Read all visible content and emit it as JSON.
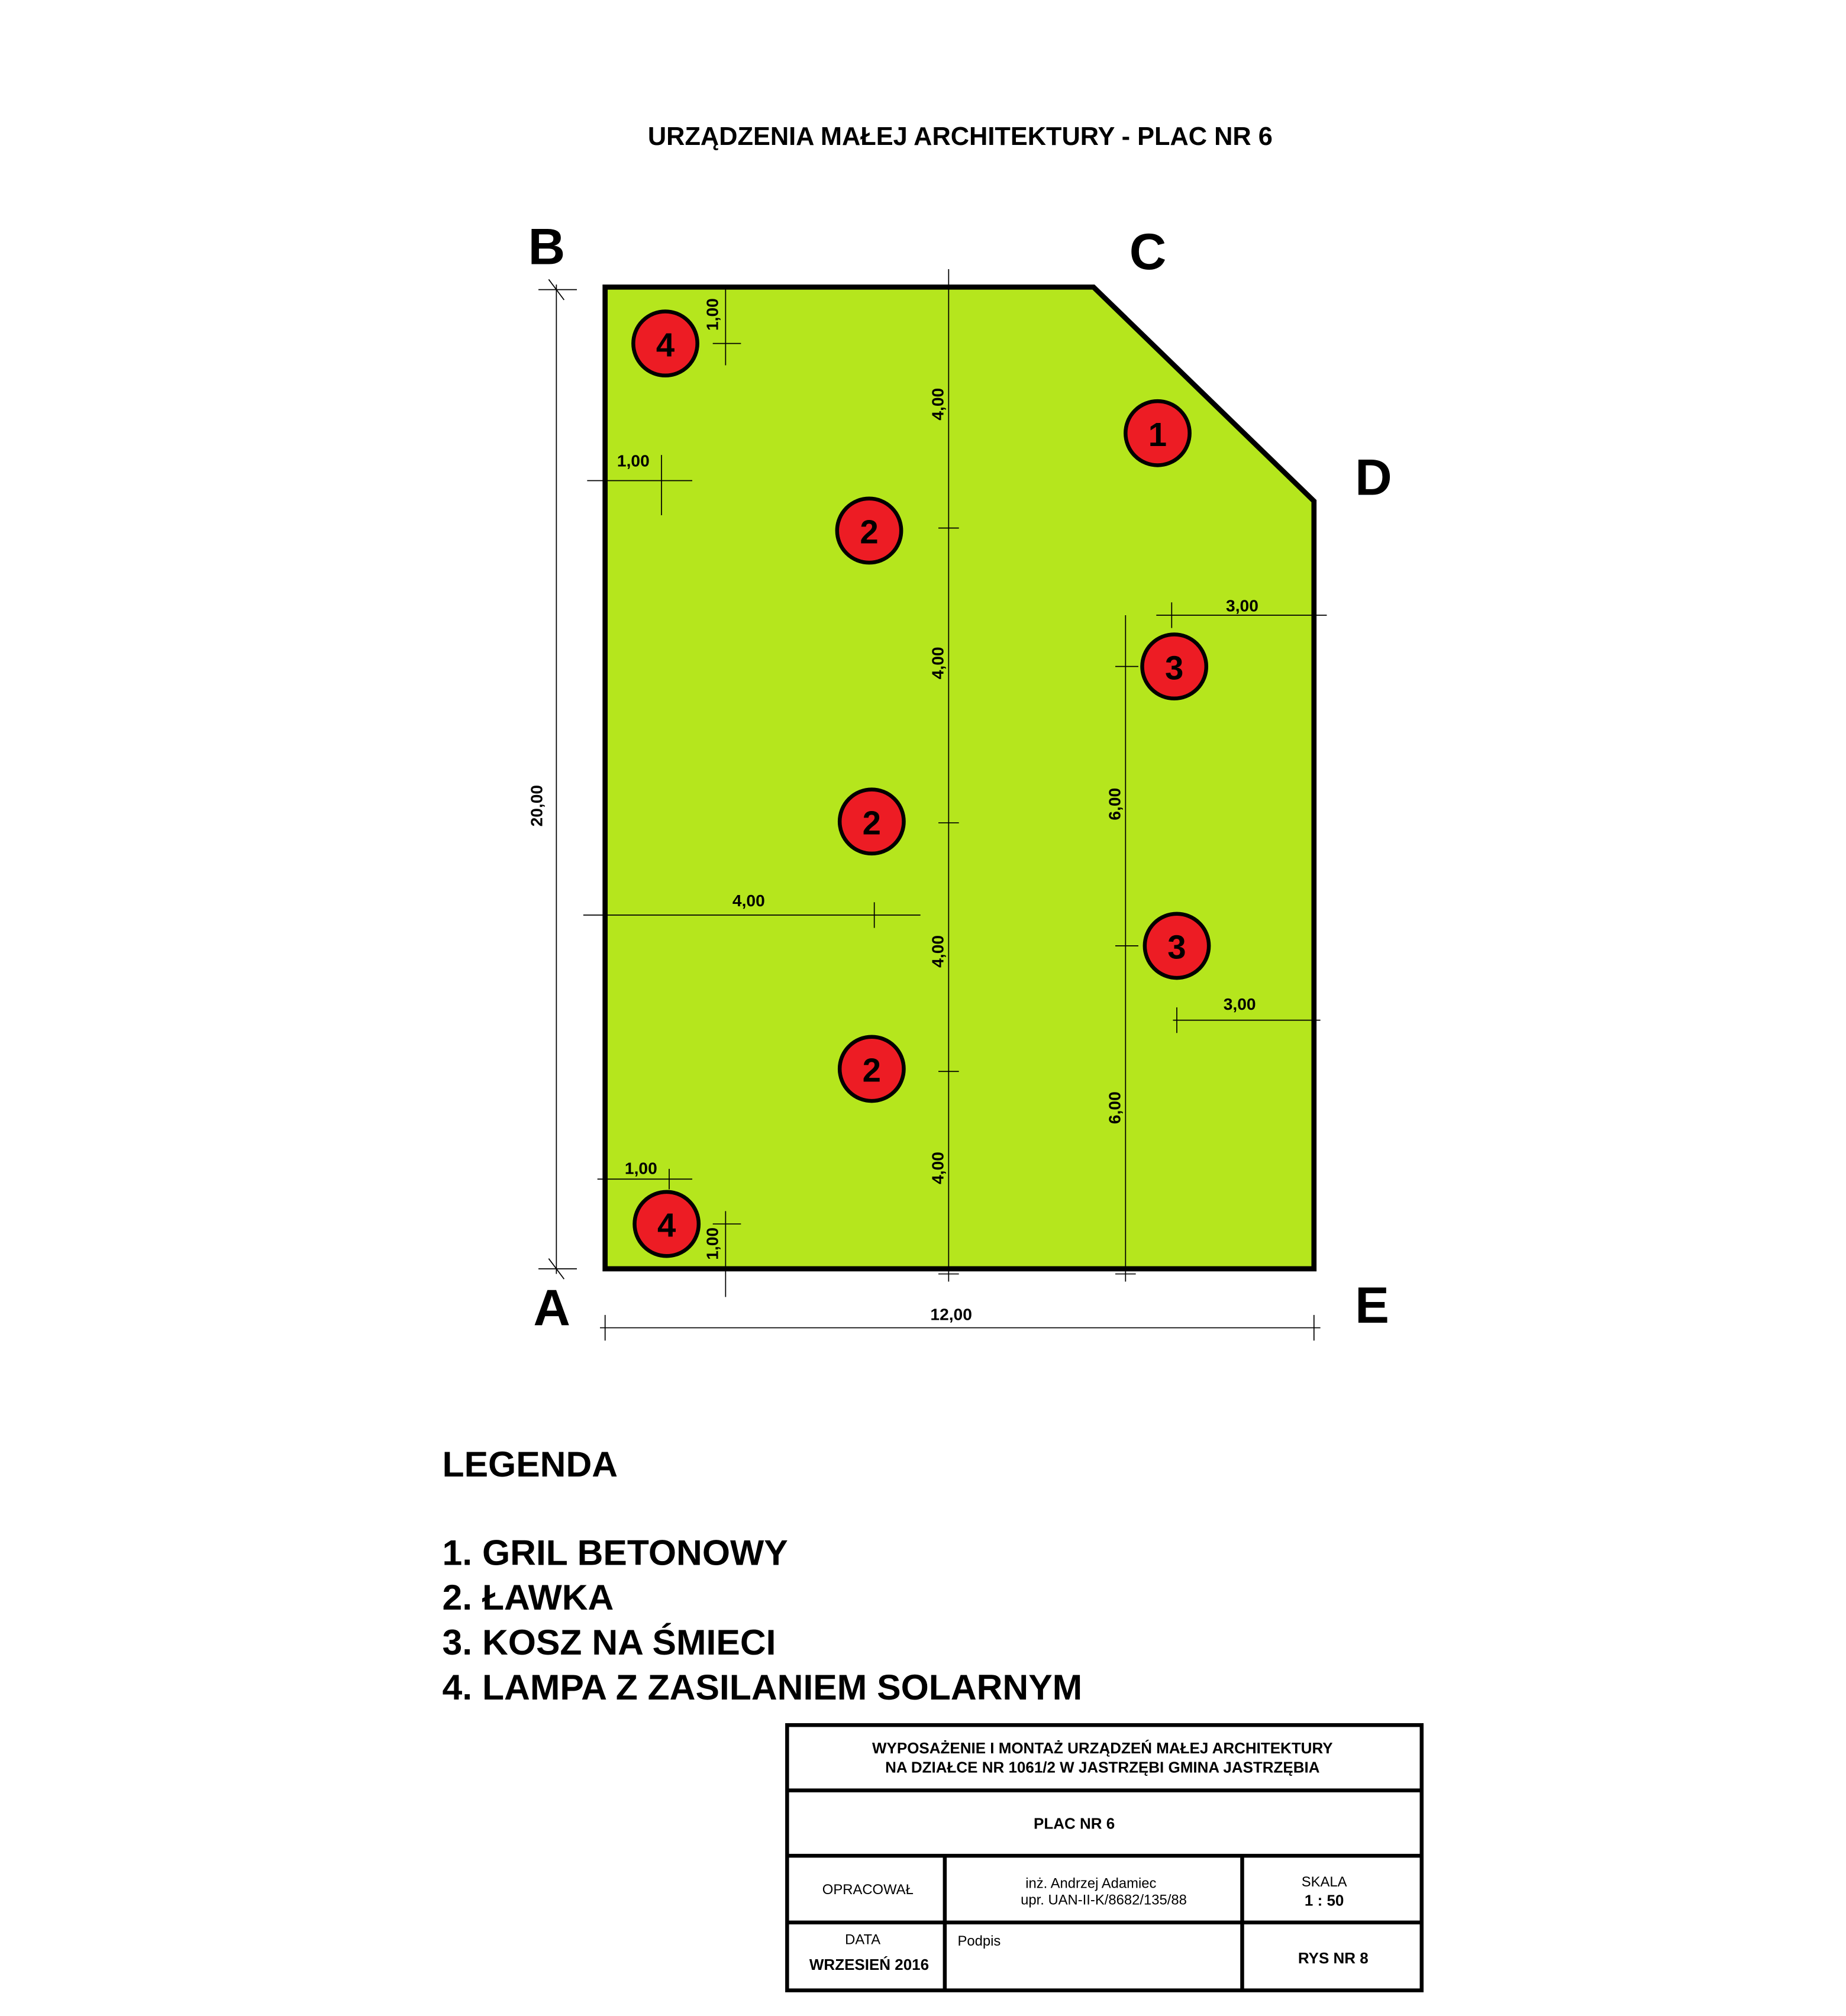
{
  "title": "URZĄDZENIA MAŁEJ ARCHITEKTURY - PLAC NR 6",
  "corners": {
    "a": "A",
    "b": "B",
    "c": "C",
    "d": "D",
    "e": "E"
  },
  "colors": {
    "plot": "#b5e61d",
    "marker": "#ed1c24",
    "line": "#000000"
  },
  "markers": [
    "4",
    "1",
    "2",
    "3",
    "2",
    "3",
    "2",
    "4"
  ],
  "dimensions": {
    "total_height": "20,00",
    "total_width": "12,00",
    "center_1": "4,00",
    "center_2": "4,00",
    "center_3": "4,00",
    "center_4": "4,00",
    "right_1": "6,00",
    "right_2": "6,00",
    "offset_top_right": "3,00",
    "offset_bottom_right": "3,00",
    "offset_left_bench": "4,00",
    "lamp_top_h": "1,00",
    "lamp_top_v": "1,00",
    "lamp_bottom_h": "1,00",
    "lamp_bottom_v": "1,00"
  },
  "legend": {
    "heading": "LEGENDA",
    "items": [
      "1. GRIL BETONOWY",
      "2. ŁAWKA",
      "3. KOSZ NA ŚMIECI",
      "4. LAMPA Z ZASILANIEM SOLARNYM"
    ]
  },
  "title_block": {
    "project_line1": "WYPOSAŻENIE I MONTAŻ URZĄDZEŃ MAŁEJ ARCHITEKTURY",
    "project_line2": "NA DZIAŁCE NR 1061/2 W JASTRZĘBI GMINA JASTRZĘBIA",
    "sheet_title": "PLAC NR 6",
    "prepared_label": "OPRACOWAŁ",
    "author": "inż. Andrzej Adamiec",
    "license": "upr. UAN-II-K/8682/135/88",
    "scale_label": "SKALA",
    "scale_value": "1 : 50",
    "date_label": "DATA",
    "date_value": "WRZESIEŃ 2016",
    "signature_label": "Podpis",
    "drawing_number": "RYS NR 8"
  }
}
